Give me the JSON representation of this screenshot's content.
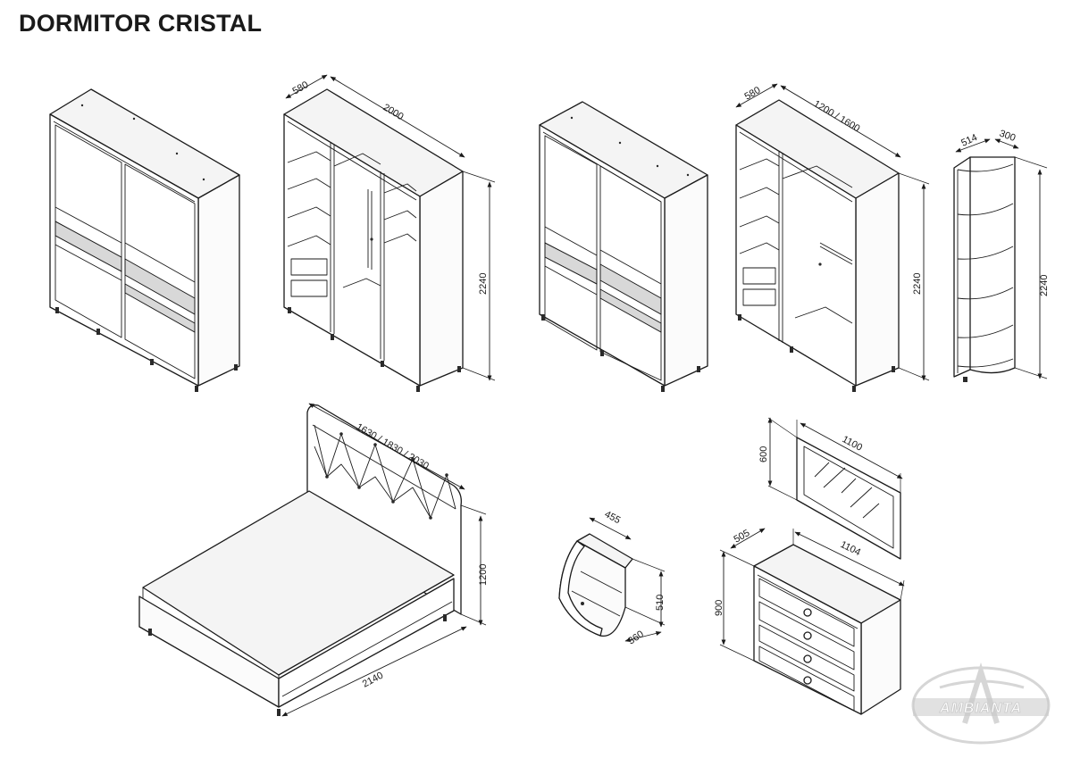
{
  "title": "DORMITOR CRISTAL",
  "wardrobe_large": {
    "depth": "580",
    "width": "2000",
    "height": "2240"
  },
  "wardrobe_small": {
    "depth": "580",
    "width": "1200 / 1600",
    "height": "2240"
  },
  "corner_shelf": {
    "depth": "514",
    "width": "300",
    "height": "2240"
  },
  "bed": {
    "width": "1630 / 1830 / 2030",
    "length": "2140",
    "height": "1200"
  },
  "nightstand": {
    "width": "455",
    "depth": "360",
    "height": "510"
  },
  "mirror": {
    "width": "1100",
    "height": "600"
  },
  "dresser": {
    "depth": "505",
    "width": "1104",
    "height": "900"
  },
  "logo": {
    "text": "AMBIANTA"
  }
}
